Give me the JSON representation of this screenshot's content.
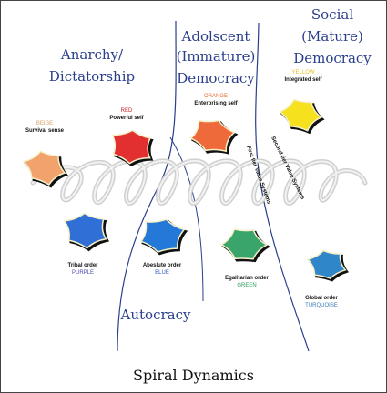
{
  "regions": {
    "anarchy": [
      "Anarchy/",
      "Dictatorship"
    ],
    "adolescent": [
      "Adolscent",
      "(Immature)",
      "Democracy"
    ],
    "social": [
      "Social",
      "(Mature)",
      "Democracy"
    ],
    "autocracy": "Autocracy"
  },
  "stages": [
    {
      "color_label": "BEIGE",
      "description": "Survival sense",
      "text_position": "above",
      "fill": "#f2a26b",
      "label_color": "#d9a066"
    },
    {
      "color_label": "RED",
      "description": "Powerful self",
      "text_position": "above",
      "fill": "#e23030",
      "label_color": "#d02020"
    },
    {
      "color_label": "ORANGE",
      "description": "Enterprising self",
      "text_position": "above",
      "fill": "#ee6a3a",
      "label_color": "#e86a2a"
    },
    {
      "color_label": "YELLOW",
      "description": "Integrated self",
      "text_position": "above",
      "fill": "#f5e11e",
      "label_color": "#e0c020"
    },
    {
      "color_label": "PURPLE",
      "description": "Tribal order",
      "text_position": "below",
      "fill": "#2f6fd6",
      "label_color": "#4a4ab0"
    },
    {
      "color_label": "BLUE",
      "description": "Abeslute order",
      "text_position": "below",
      "fill": "#2478d8",
      "label_color": "#2a5ab8"
    },
    {
      "color_label": "GREEN",
      "description": "Egalitarian order",
      "text_position": "below",
      "fill": "#3aa56a",
      "label_color": "#2a9a5a"
    },
    {
      "color_label": "TURQUOISE",
      "description": "Global order",
      "text_position": "below",
      "fill": "#2f86c8",
      "label_color": "#3a7ab8"
    }
  ],
  "tiers": {
    "first": "First tier Value Systems",
    "second": "Second tier Value Systems"
  },
  "caption": "Spiral Dynamics"
}
